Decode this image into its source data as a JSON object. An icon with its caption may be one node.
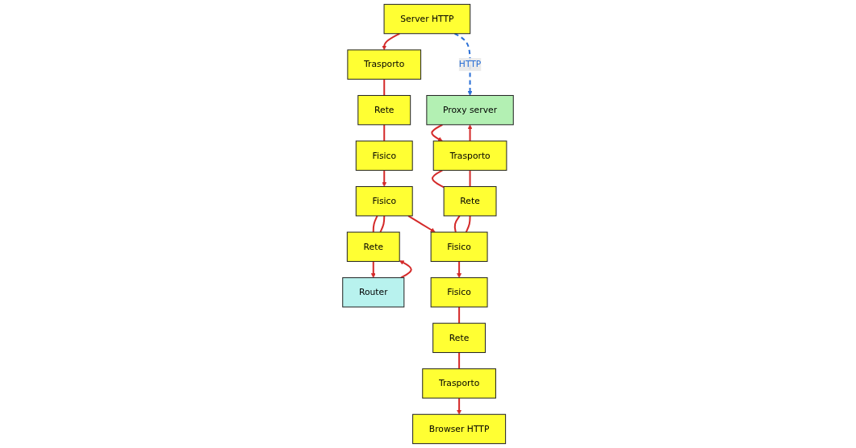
{
  "diagram": {
    "nodes": [
      {
        "text": [
          "Browser HTTP"
        ]
      },
      {
        "text": [
          "Proxy server"
        ]
      },
      {
        "text": [
          "Server HTTP"
        ]
      },
      {
        "text": [
          "Trasporto"
        ]
      },
      {
        "text": [
          "Trasporto"
        ]
      },
      {
        "text": [
          "Router"
        ]
      },
      {
        "text": [
          "Trasporto"
        ]
      },
      {
        "text": [
          "Rete"
        ]
      },
      {
        "text": [
          "Rete"
        ]
      },
      {
        "text": [
          "Rete"
        ]
      },
      {
        "text": [
          "Rete"
        ]
      },
      {
        "text": [
          "Fisico"
        ]
      },
      {
        "text": [
          "Fisico"
        ]
      },
      {
        "text": [
          "Fisico"
        ]
      },
      {
        "text": [
          "Fisico"
        ]
      }
    ],
    "edges": [
      {
        "from": 2,
        "to": 1,
        "arrow": "to",
        "label": "HTTP",
        "style": "dashed",
        "color": "#2a6fd6"
      },
      {
        "from": 2,
        "to": 6,
        "arrow": "to"
      },
      {
        "from": 6,
        "to": 10,
        "arrow": "none"
      },
      {
        "from": 10,
        "to": 14,
        "arrow": "none"
      },
      {
        "from": 14,
        "to": 13,
        "arrow": "to"
      },
      {
        "from": 13,
        "to": 9,
        "arrow": "none"
      },
      {
        "from": 9,
        "to": 5,
        "arrow": "to"
      },
      {
        "from": 5,
        "to": 9,
        "arrow": "to"
      },
      {
        "from": 9,
        "to": 13,
        "arrow": "none"
      },
      {
        "from": 13,
        "to": 12,
        "arrow": "to"
      },
      {
        "from": 12,
        "to": 8,
        "arrow": "none"
      },
      {
        "from": 8,
        "to": 4,
        "arrow": "none"
      },
      {
        "from": 4,
        "to": 1,
        "arrow": "to"
      },
      {
        "from": 1,
        "to": 4,
        "arrow": "to"
      },
      {
        "from": 4,
        "to": 8,
        "arrow": "none"
      },
      {
        "from": 8,
        "to": 12,
        "arrow": "none"
      },
      {
        "from": 12,
        "to": 11,
        "arrow": "to"
      },
      {
        "from": 11,
        "to": 7,
        "arrow": "none"
      },
      {
        "from": 7,
        "to": 3,
        "arrow": "none"
      },
      {
        "from": 3,
        "to": 0,
        "arrow": "to"
      }
    ]
  }
}
